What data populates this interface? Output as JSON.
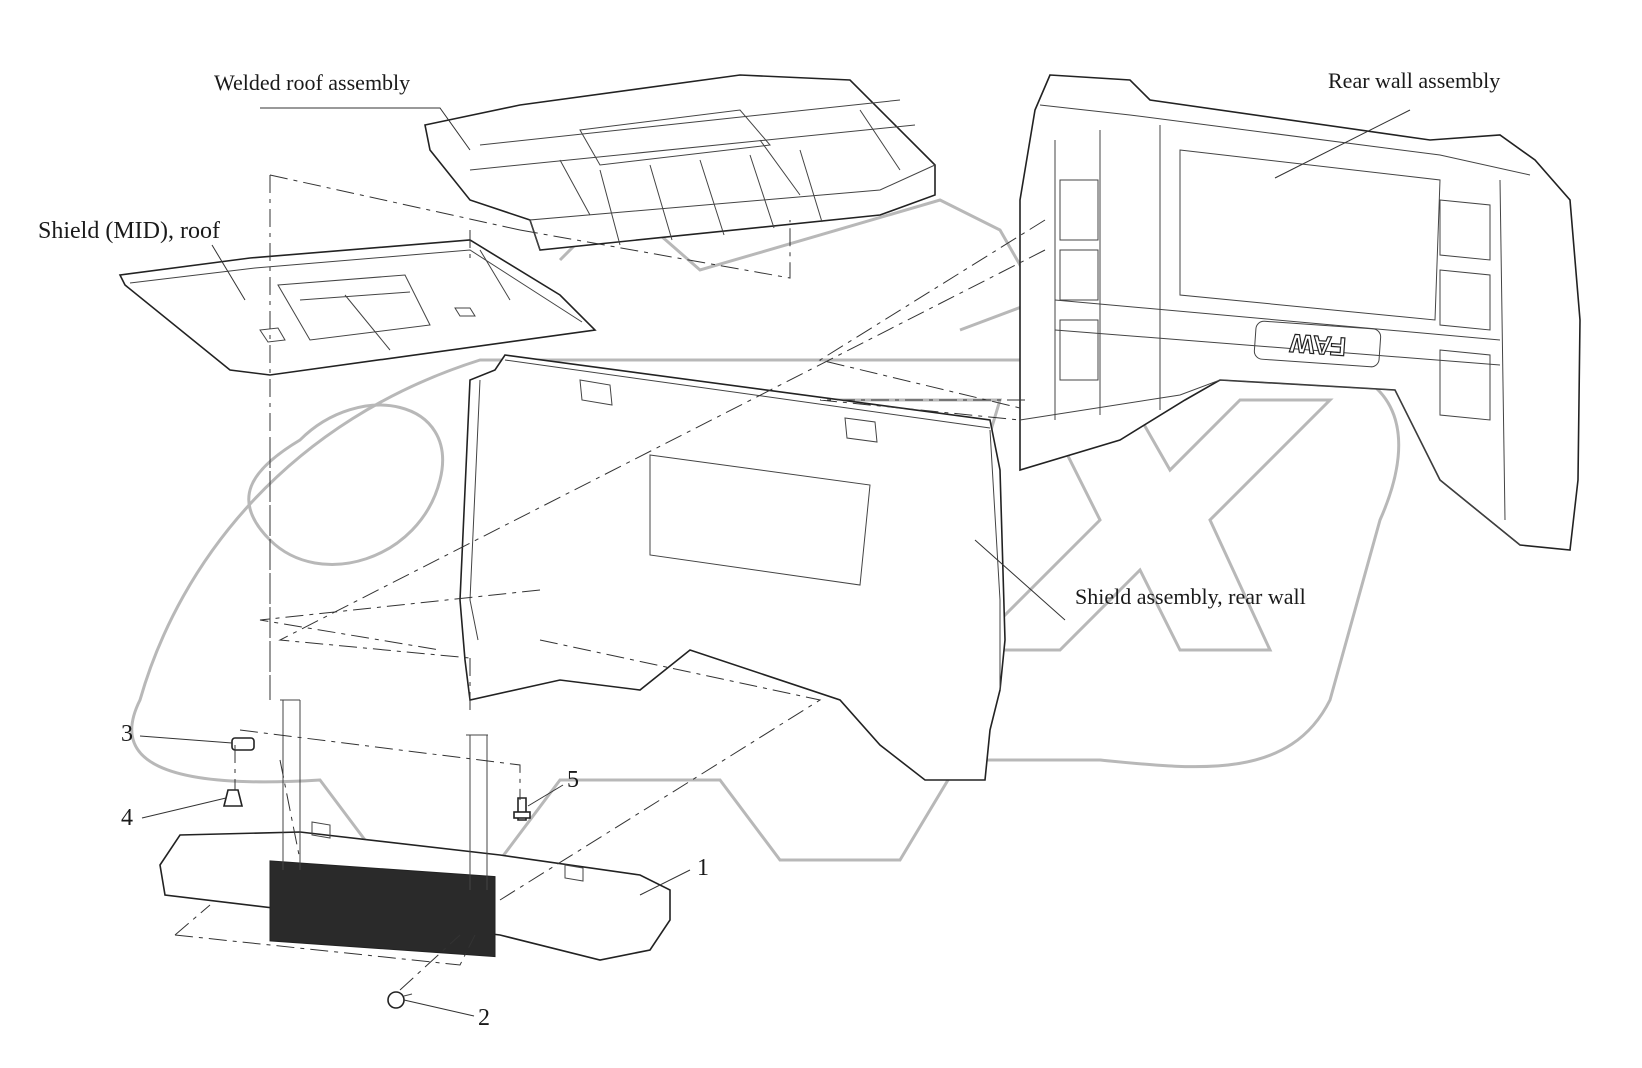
{
  "labels": {
    "welded_roof": "Welded roof assembly",
    "rear_wall": "Rear wall assembly",
    "shield_mid_roof": "Shield (MID), roof",
    "shield_rear_wall": "Shield assembly, rear wall"
  },
  "callouts": [
    "1",
    "2",
    "3",
    "4",
    "5"
  ],
  "emblem_text": "FAW",
  "watermark_text": "OPEX"
}
